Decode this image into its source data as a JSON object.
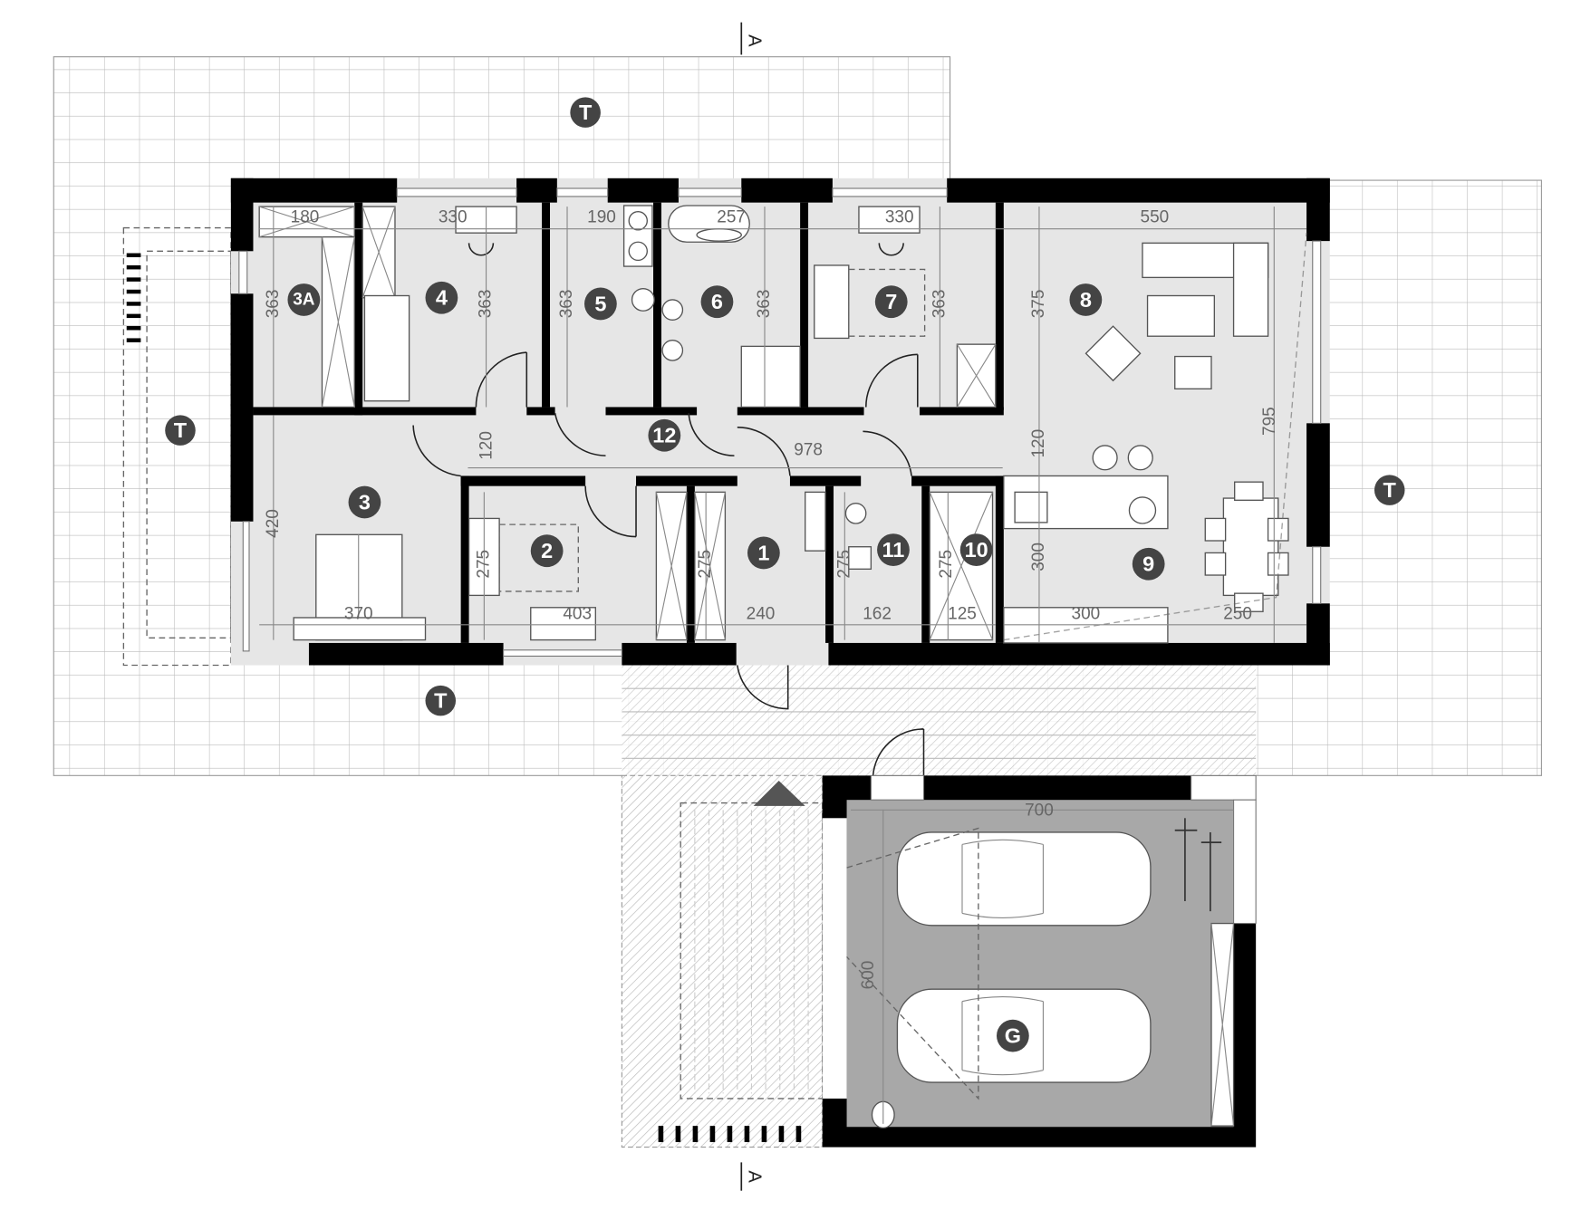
{
  "title_marks": {
    "section_label_top": "A",
    "section_label_bottom": "A"
  },
  "rooms": [
    "3A",
    "4",
    "5",
    "6",
    "7",
    "8",
    "12",
    "3",
    "2",
    "1",
    "11",
    "10",
    "9"
  ],
  "terraces": [
    "T",
    "T",
    "T",
    "T"
  ],
  "garage": {
    "label": "G"
  },
  "dimensions": [
    "180",
    "330",
    "190",
    "257",
    "330",
    "550",
    "363",
    "363",
    "363",
    "363",
    "363",
    "375",
    "795",
    "120",
    "978",
    "120",
    "420",
    "275",
    "275",
    "275",
    "275",
    "300",
    "370",
    "403",
    "240",
    "162",
    "125",
    "300",
    "250",
    "700",
    "600"
  ],
  "colors": {
    "wall": "#000000",
    "room_fill": "#e6e6e6",
    "garage_fill": "#a8a8a8",
    "tag_fill": "#444444",
    "grid": "#bbbbbb"
  }
}
